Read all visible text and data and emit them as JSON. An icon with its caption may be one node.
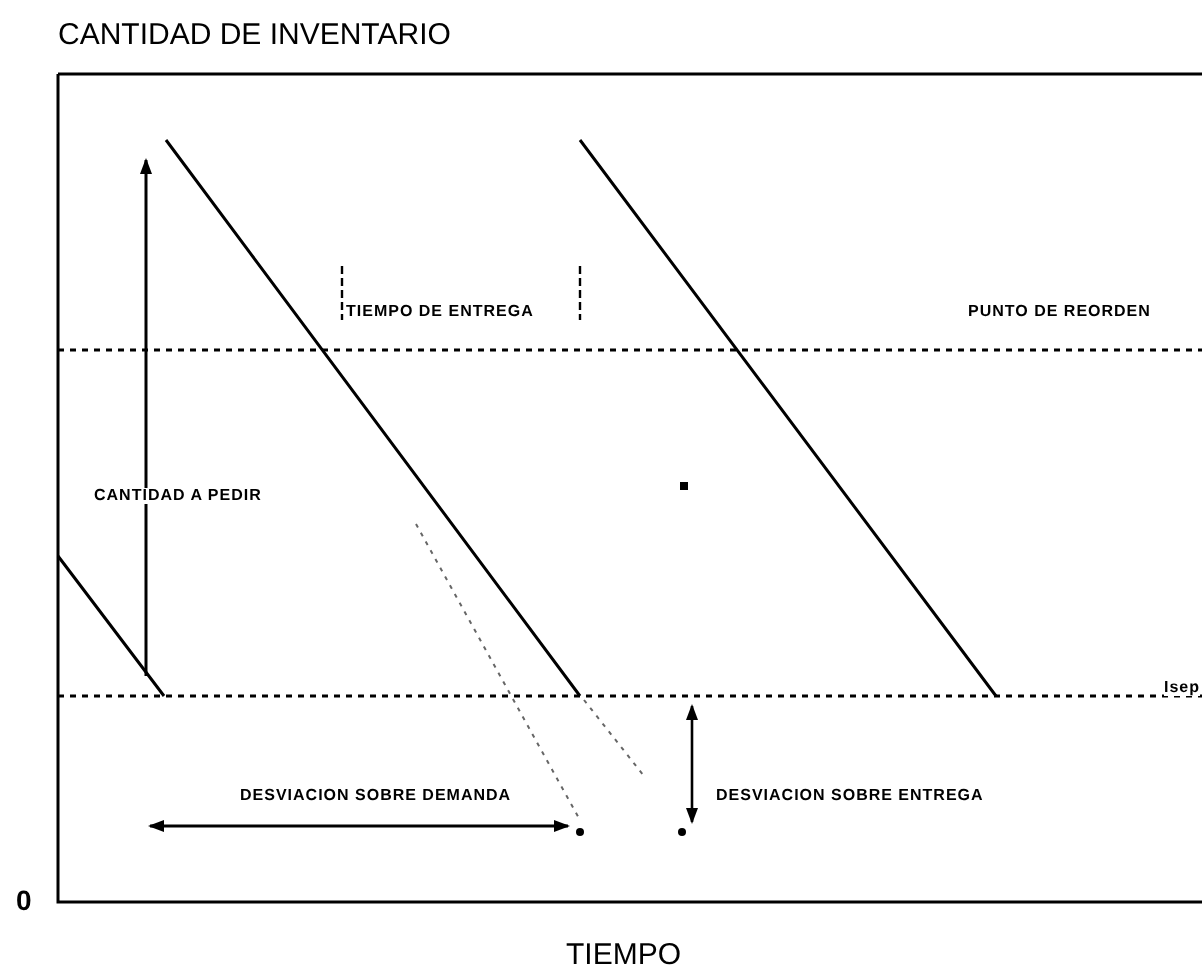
{
  "diagram": {
    "labels": [
      "CANTIDAD DE INVENTARIO",
      "TIEMPO DE ENTREGA",
      "PUNTO DE REORDEN",
      "CANTIDAD A PEDIR",
      "Isep",
      "DESVIACION SOBRE DEMANDA",
      "DESVIACION SOBRE ENTREGA",
      "0",
      "TIEMPO"
    ]
  }
}
